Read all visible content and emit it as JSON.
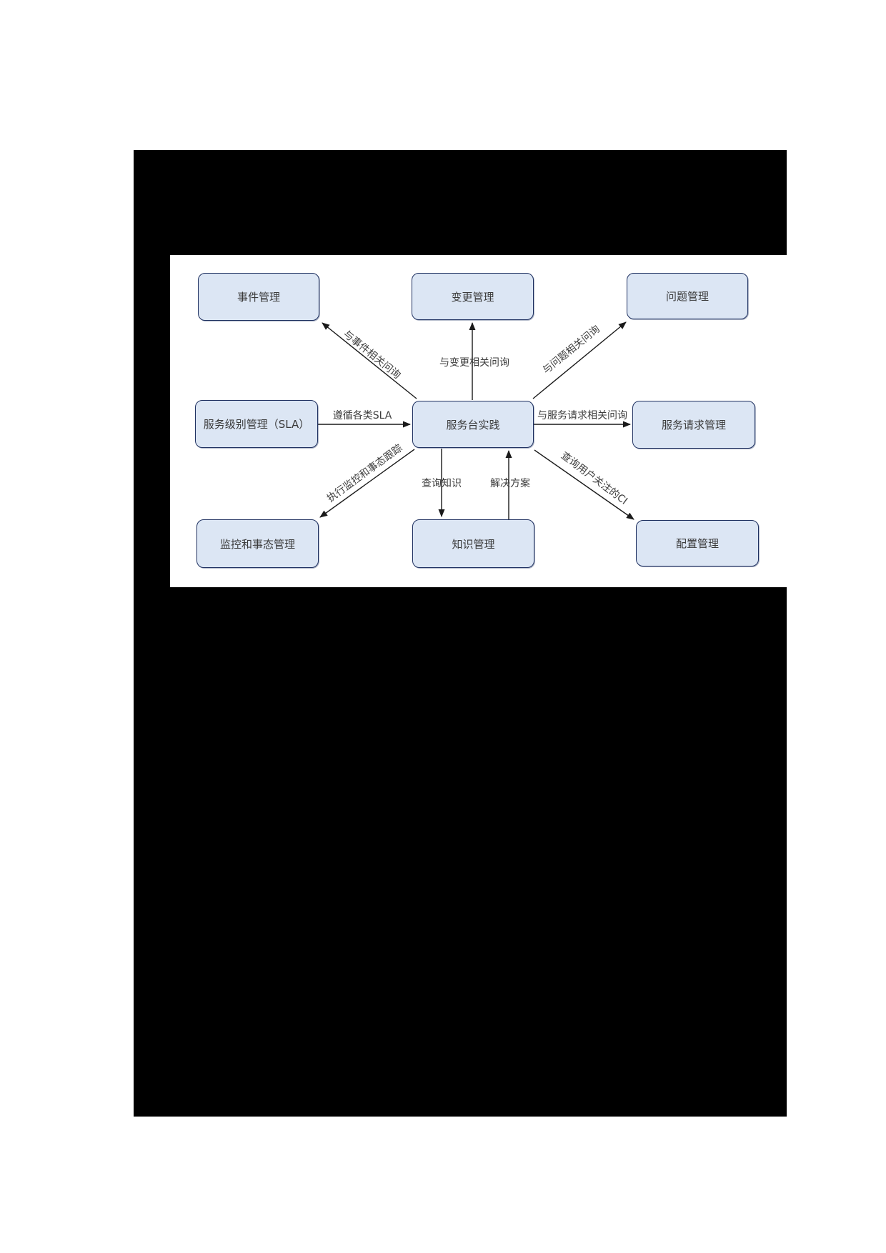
{
  "colors": {
    "page_background": "#ffffff",
    "figure_background": "#000000",
    "panel_background": "#ffffff",
    "node_fill": "#dce6f4",
    "node_border": "#1e3060",
    "arrow_color": "#1a1a1a",
    "text_color": "#3a3a3a"
  },
  "diagram": {
    "nodes": {
      "incident": {
        "label": "事件管理"
      },
      "change": {
        "label": "变更管理"
      },
      "problem": {
        "label": "问题管理"
      },
      "sla": {
        "label": "服务级别管理（SLA）"
      },
      "service_desk": {
        "label": "服务台实践"
      },
      "request": {
        "label": "服务请求管理"
      },
      "monitor": {
        "label": "监控和事态管理"
      },
      "knowledge": {
        "label": "知识管理"
      },
      "config": {
        "label": "配置管理"
      }
    },
    "edges": {
      "to_incident": {
        "label": "与事件相关问询",
        "from": "service_desk",
        "to": "incident"
      },
      "to_change": {
        "label": "与变更相关问询",
        "from": "service_desk",
        "to": "change"
      },
      "to_problem": {
        "label": "与问题相关问询",
        "from": "service_desk",
        "to": "problem"
      },
      "from_sla": {
        "label": "遵循各类SLA",
        "from": "sla",
        "to": "service_desk"
      },
      "to_request": {
        "label": "与服务请求相关问询",
        "from": "service_desk",
        "to": "request"
      },
      "to_monitor": {
        "label": "执行监控和事态跟踪",
        "from": "service_desk",
        "to": "monitor"
      },
      "query_knowledge": {
        "label": "查询知识",
        "from": "service_desk",
        "to": "knowledge"
      },
      "solution": {
        "label": "解决方案",
        "from": "knowledge",
        "to": "service_desk"
      },
      "query_ci": {
        "label": "查询用户关注的CI",
        "from": "service_desk",
        "to": "config"
      }
    }
  }
}
